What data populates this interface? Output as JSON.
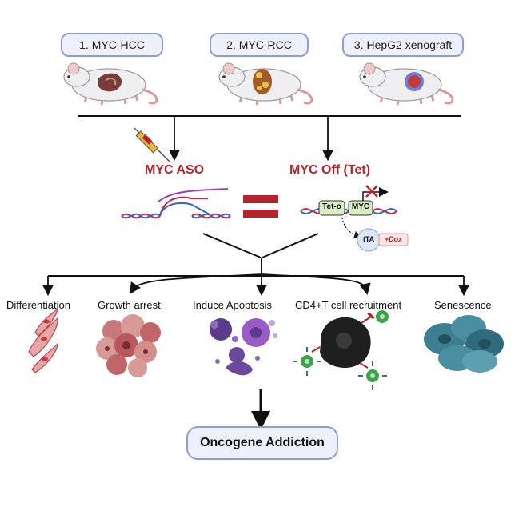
{
  "models": [
    {
      "label": "1. MYC-HCC"
    },
    {
      "label": "2. MYC-RCC"
    },
    {
      "label": "3. HepG2 xenograft"
    }
  ],
  "interventions": {
    "aso": {
      "title": "MYC ASO"
    },
    "tet": {
      "title": "MYC Off (Tet)",
      "teto_label": "Tet-o",
      "myc_label": "MYC",
      "tta_label": "tTA",
      "dox_label": "+Dox"
    }
  },
  "outcomes": [
    {
      "label": "Differentiation"
    },
    {
      "label": "Growth arrest"
    },
    {
      "label": "Induce Apoptosis"
    },
    {
      "label": "CD4+T cell recruitment"
    },
    {
      "label": "Senescence"
    }
  ],
  "conclusion": {
    "label": "Oncogene Addiction"
  },
  "colors": {
    "pill_border": "#8c9fd4",
    "pill_fill": "#eef1fb",
    "title_red": "#b5232b",
    "dna_red": "#c62a3a",
    "dna_blue": "#3a63b8",
    "liver": "#7a3b3b",
    "gene_green": "#d9edc4"
  }
}
